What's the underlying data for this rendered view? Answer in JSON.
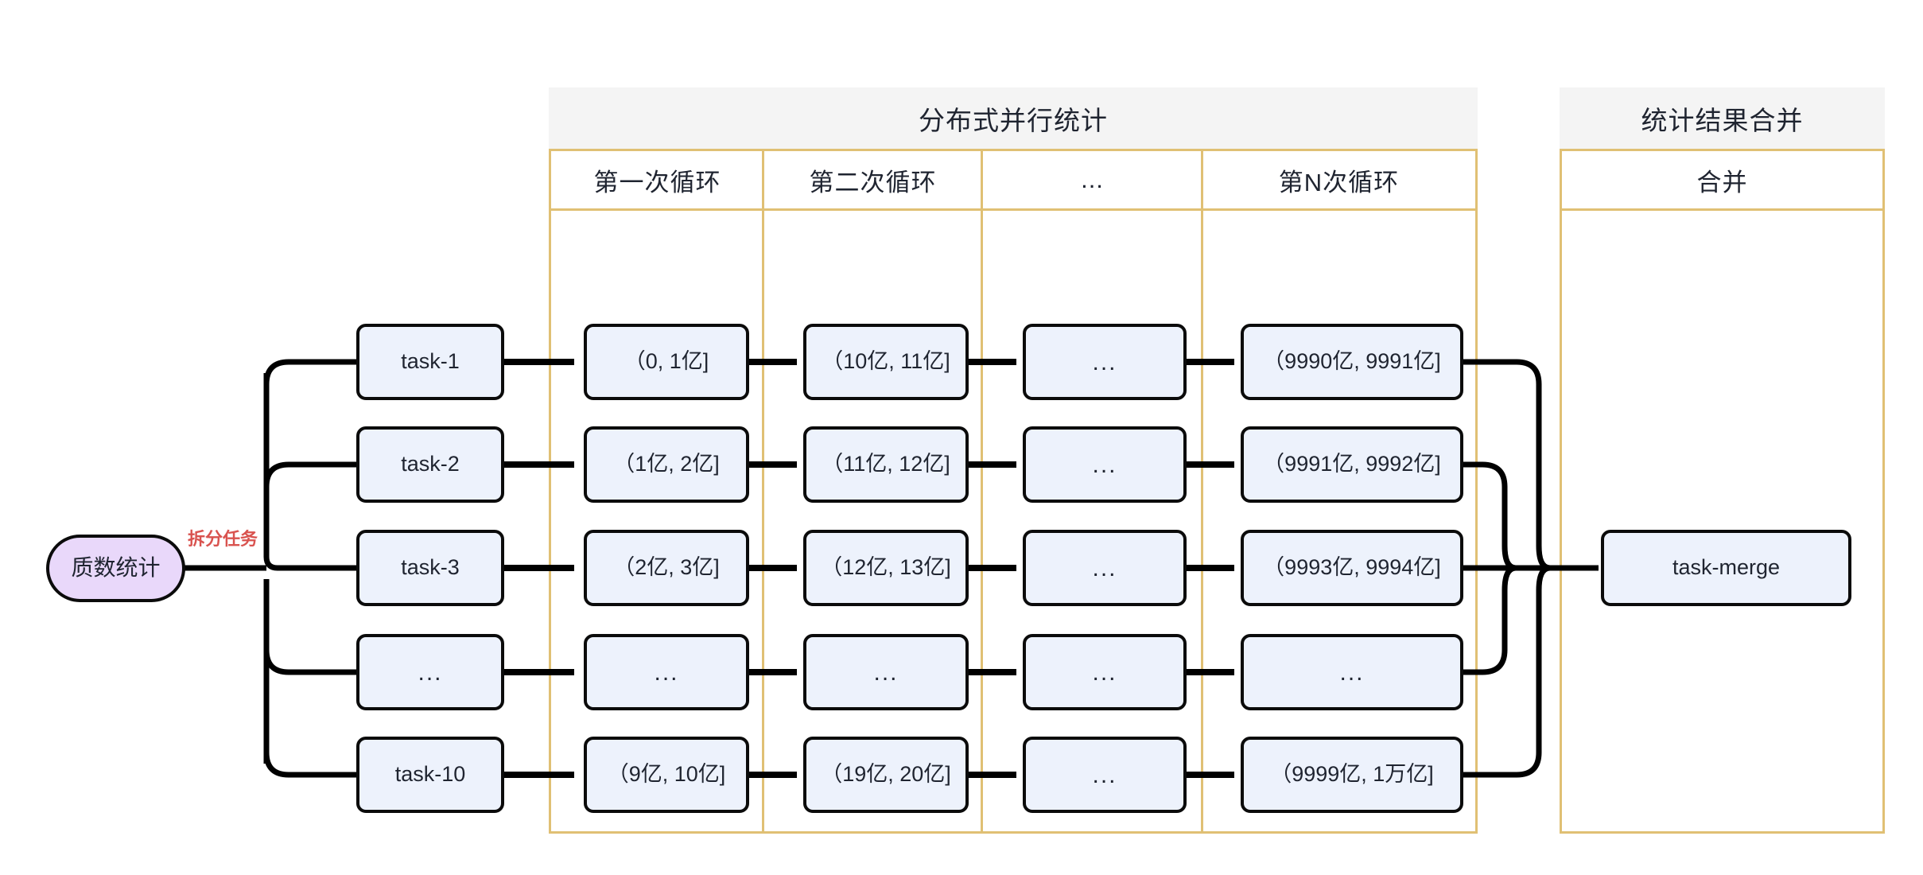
{
  "diagram": {
    "title_visible": false,
    "start_node": {
      "label": "质数统计",
      "fill": "#e9d8fa"
    },
    "split_edge_label": "拆分任务",
    "merge_node": {
      "label": "task-merge"
    },
    "node_fill": "#edf2fc",
    "node_border": "#0b0b0b",
    "lane_border": "#e0c074",
    "lane_header_fill": "#f4f4f4",
    "edge_label_color": "#d9534f"
  },
  "lanes": {
    "parallel": {
      "title": "分布式并行统计",
      "columns": [
        {
          "header": "第一次循环"
        },
        {
          "header": "第二次循环"
        },
        {
          "header": "..."
        },
        {
          "header": "第N次循环"
        }
      ]
    },
    "merge": {
      "title": "统计结果合并",
      "columns": [
        {
          "header": "合并"
        }
      ]
    }
  },
  "rows": [
    {
      "task": "task-1",
      "loop1": "（0, 1亿]",
      "loop2": "（10亿, 11亿]",
      "loopMid": "...",
      "loopN": "（9990亿, 9991亿]"
    },
    {
      "task": "task-2",
      "loop1": "（1亿, 2亿]",
      "loop2": "（11亿, 12亿]",
      "loopMid": "...",
      "loopN": "（9991亿, 9992亿]"
    },
    {
      "task": "task-3",
      "loop1": "（2亿, 3亿]",
      "loop2": "（12亿, 13亿]",
      "loopMid": "...",
      "loopN": "（9993亿, 9994亿]"
    },
    {
      "task": "...",
      "loop1": "...",
      "loop2": "...",
      "loopMid": "...",
      "loopN": "..."
    },
    {
      "task": "task-10",
      "loop1": "（9亿, 10亿]",
      "loop2": "（19亿, 20亿]",
      "loopMid": "...",
      "loopN": "（9999亿, 1万亿]"
    }
  ]
}
